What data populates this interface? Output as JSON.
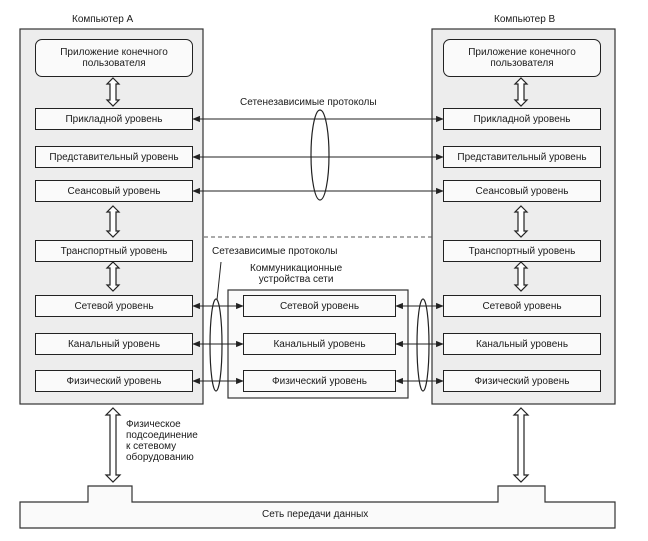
{
  "computer_a": {
    "title": "Компьютер А",
    "app_line1": "Приложение конечного",
    "app_line2": "пользователя",
    "layers": [
      "Прикладной уровень",
      "Представительный уровень",
      "Сеансовый уровень",
      "Транспортный уровень",
      "Сетевой уровень",
      "Канальный уровень",
      "Физический уровень"
    ]
  },
  "computer_b": {
    "title": "Компьютер В",
    "app_line1": "Приложение конечного",
    "app_line2": "пользователя",
    "layers": [
      "Прикладной уровень",
      "Представительный уровень",
      "Сеансовый уровень",
      "Транспортный уровень",
      "Сетевой уровень",
      "Канальный уровень",
      "Физический уровень"
    ]
  },
  "comm_devices": {
    "title_line1": "Коммуникационные",
    "title_line2": "устройства сети",
    "layers": [
      "Сетевой уровень",
      "Канальный уровень",
      "Физический уровень"
    ]
  },
  "labels": {
    "net_independent": "Сетенезависимые протоколы",
    "net_dependent": "Сетезависимые протоколы",
    "phys_line1": "Физическое",
    "phys_line2": "подсоединение",
    "phys_line3": "к сетевому",
    "phys_line4": "оборудованию",
    "network": "Сеть передачи данных"
  }
}
